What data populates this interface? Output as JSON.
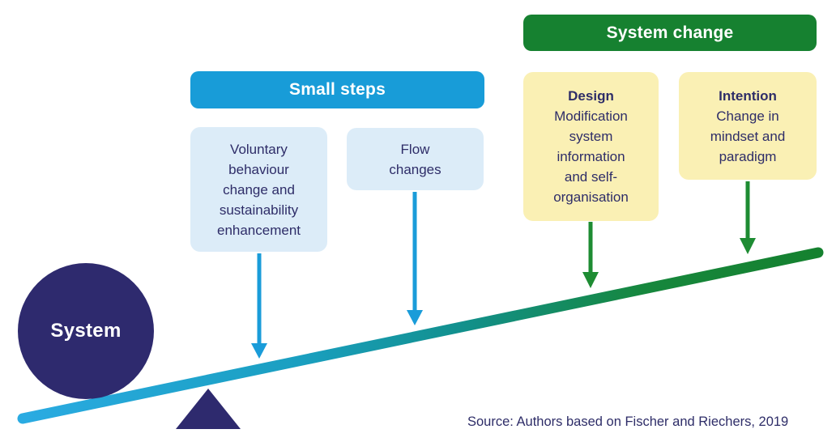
{
  "colors": {
    "header_blue": "#189cd8",
    "header_green": "#168130",
    "box_light_blue": "#dcecf8",
    "box_yellow": "#faf0b4",
    "navy": "#2e2a6e",
    "text_navy": "#2e2d68",
    "arrow_blue": "#1a9cd9",
    "arrow_green": "#1e8c33",
    "lever_gradient_start": "#2aabe2",
    "lever_gradient_mid": "#12908d",
    "lever_gradient_end": "#15812f"
  },
  "small_steps": {
    "header": "Small steps",
    "box_voluntary": "Voluntary\nbehaviour\nchange and\nsustainability\nenhancement",
    "box_flow": "Flow\nchanges"
  },
  "system_change": {
    "header": "System change",
    "box_design": {
      "title": "Design",
      "body": "Modification\nsystem\ninformation\nand self-\norganisation"
    },
    "box_intention": {
      "title": "Intention",
      "body": "Change in\nmindset and\nparadigm"
    }
  },
  "seesaw": {
    "ball_label": "System"
  },
  "source_note": "Source: Authors based on Fischer and Riechers, 2019"
}
